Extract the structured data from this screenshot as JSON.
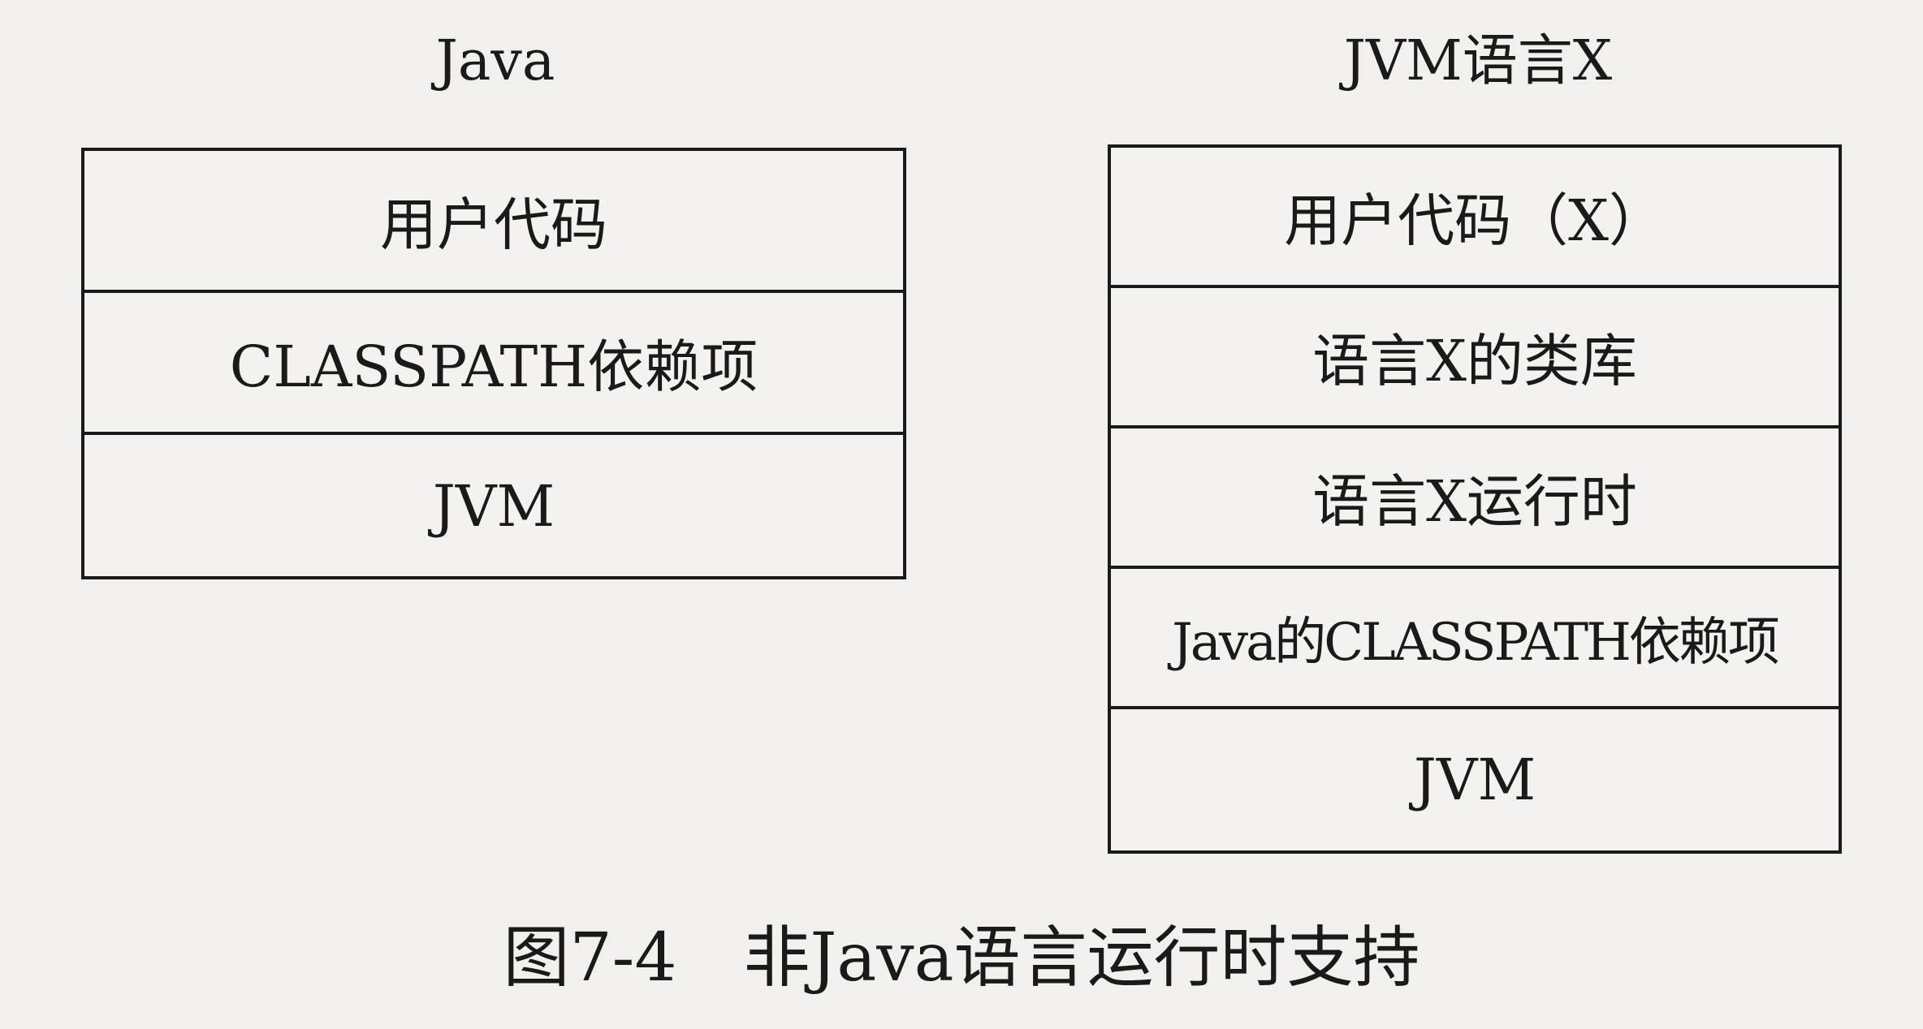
{
  "left": {
    "title": "Java",
    "layers": [
      "用户代码",
      "CLASSPATH依赖项",
      "JVM"
    ]
  },
  "right": {
    "title": "JVM语言X",
    "layers": [
      "用户代码（X）",
      "语言X的类库",
      "语言X运行时",
      "Java的CLASSPATH依赖项",
      "JVM"
    ]
  },
  "caption": "图7-4　非Java语言运行时支持"
}
